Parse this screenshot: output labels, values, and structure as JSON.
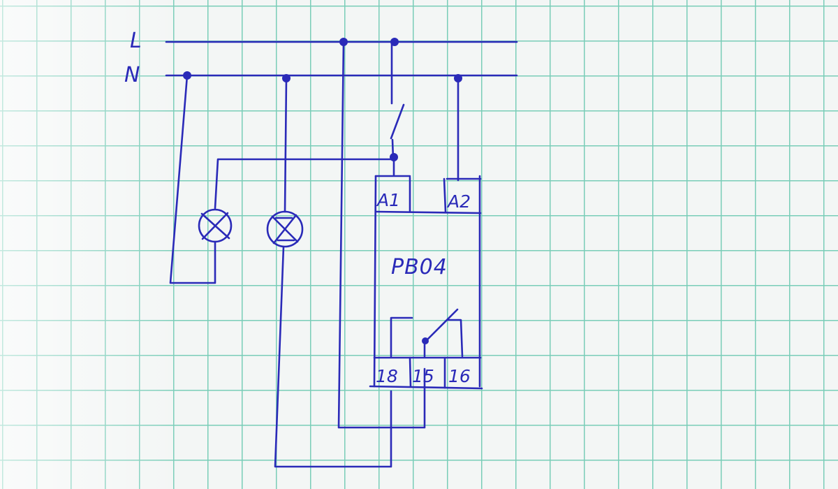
{
  "diagram": {
    "bus_labels": {
      "line": "L",
      "neutral": "N"
    },
    "relay": {
      "name": "PB04",
      "coil_terminals": [
        "A1",
        "A2"
      ],
      "contact_terminals": [
        "18",
        "15",
        "16"
      ]
    },
    "lamps": [
      "lamp-1",
      "lamp-2"
    ],
    "switch": "switch",
    "ink_color": "#2a2ab8",
    "grid_color": "#79cdb8"
  }
}
